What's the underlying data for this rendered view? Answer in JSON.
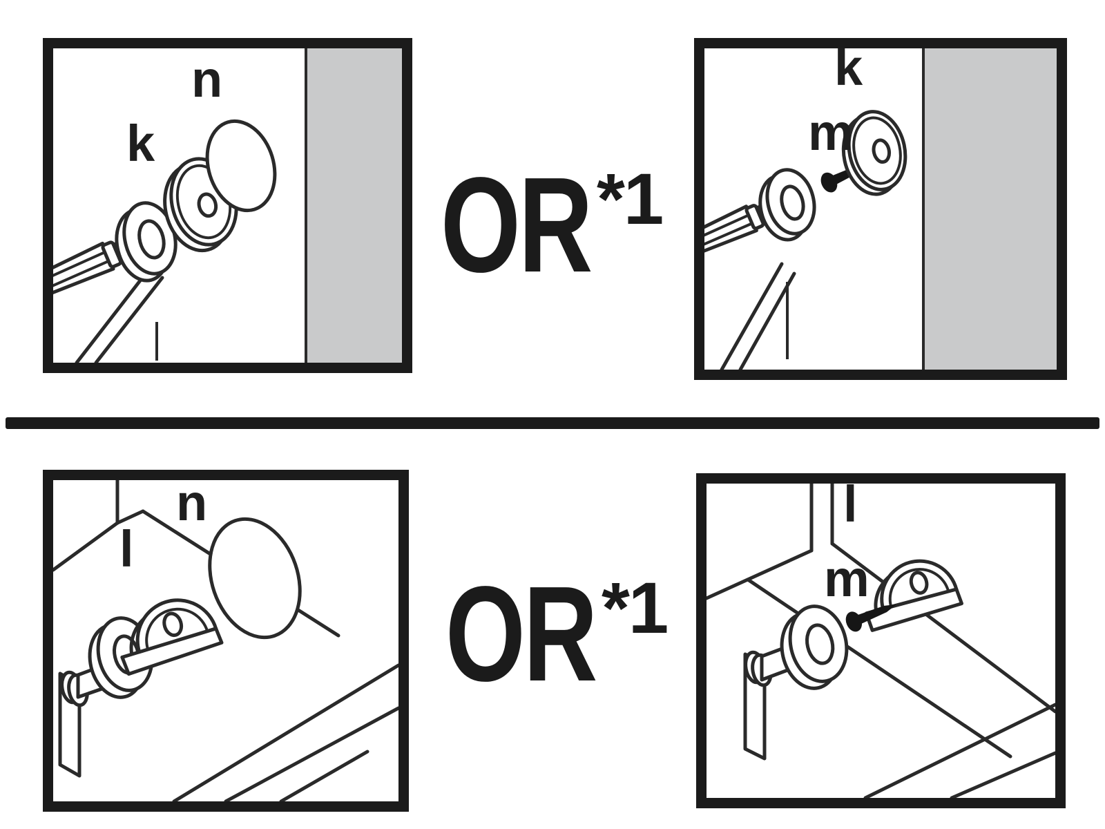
{
  "figure": {
    "type": "assembly-instruction-diagram",
    "colors": {
      "background": "#ffffff",
      "line": "#2a2a2a",
      "frame": "#1b1b1b",
      "wall_fill": "#c9cacb",
      "screw_fill": "#161616",
      "text": "#1f1f1f"
    }
  },
  "rows": [
    {
      "or_label": {
        "main": "OR",
        "sup": "*1"
      },
      "panels": [
        {
          "scene": "wall-mount-push-on-cap",
          "parts": [
            "hex-bolt",
            "washer",
            "mounting-disc",
            "cover-cap",
            "wall-section"
          ],
          "labels": {
            "disc": "k",
            "cap": "n"
          }
        },
        {
          "scene": "wall-mount-with-screw",
          "parts": [
            "hex-bolt",
            "washer",
            "screw",
            "mounting-disc",
            "wall-section"
          ],
          "labels": {
            "disc": "k",
            "screw": "m"
          }
        }
      ]
    },
    {
      "or_label": {
        "main": "OR",
        "sup": "*1"
      },
      "panels": [
        {
          "scene": "surface-mount-push-on-cap",
          "parts": [
            "bolt",
            "collar-plate",
            "washer",
            "d-bracket",
            "cover-cap",
            "cabinet-surface"
          ],
          "labels": {
            "bracket": "l",
            "cap": "n"
          }
        },
        {
          "scene": "surface-mount-with-screw",
          "parts": [
            "bolt",
            "collar-plate",
            "washer",
            "screw",
            "d-bracket",
            "cabinet-surface"
          ],
          "labels": {
            "bracket": "l",
            "screw": "m"
          }
        }
      ]
    }
  ]
}
